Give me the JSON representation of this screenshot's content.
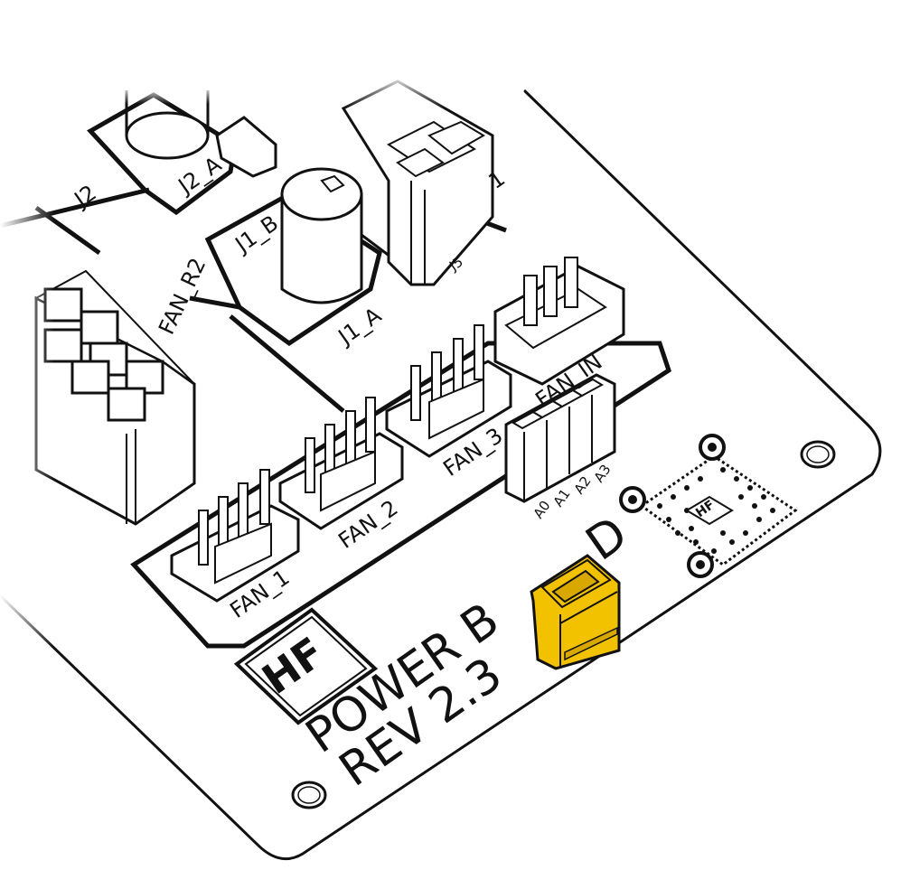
{
  "board": {
    "title_line1": "POWER BOARD",
    "title_line1_visible_prefix": "POWER  B",
    "title_line1_hidden_suffix": "D",
    "title_line2": "REV 2.3",
    "logo_text": "HF",
    "qr_logo_text": "HF"
  },
  "labels": {
    "j2": "J2",
    "j2_a": "J2_A",
    "j1_b": "J1_B",
    "j1_a": "J1_A",
    "j5": "J5",
    "fan_r2": "FAN_R2",
    "fan_1": "FAN_1",
    "fan_2": "FAN_2",
    "fan_3": "FAN_3",
    "fan_in": "FAN_IN",
    "a0": "A0",
    "a1": "A1",
    "a2": "A2",
    "a3": "A3",
    "j_partial": "1"
  },
  "colors": {
    "jumper": "#f2c200",
    "jumper_shade": "#d9a800",
    "outline": "#111111",
    "board_fill": "#ffffff"
  },
  "icons": {
    "logo": "hf-logo-icon",
    "qr": "qr-code-icon",
    "jumper": "jumper-cap-icon"
  }
}
